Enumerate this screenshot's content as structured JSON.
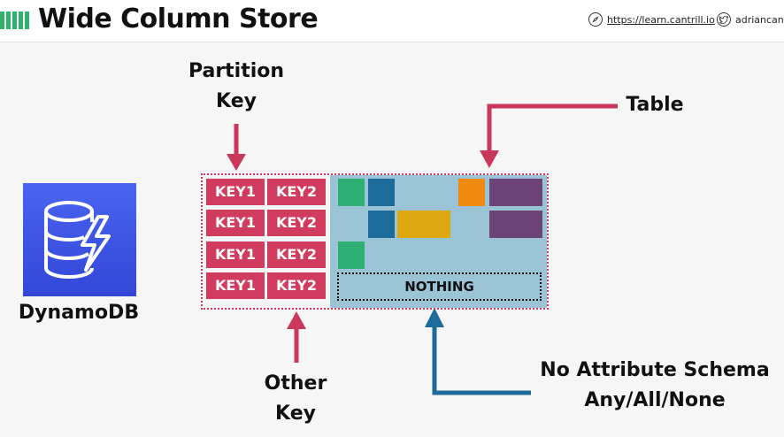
{
  "header": {
    "title": "Wide Column Store",
    "url": "https://learn.cantrill.io",
    "handle": "adriancantr",
    "icons": [
      "compass-icon",
      "twitter-bird-icon"
    ]
  },
  "labels": {
    "partition_key_line1": "Partition",
    "partition_key_line2": "Key",
    "table": "Table",
    "other_key_line1": "Other",
    "other_key_line2": "Key",
    "schema_line1": "No Attribute Schema",
    "schema_line2": "Any/All/None"
  },
  "dynamodb": {
    "name": "DynamoDB",
    "icon": "dynamodb-database-lightning-icon"
  },
  "rows": [
    {
      "pk": "KEY1",
      "sk": "KEY2"
    },
    {
      "pk": "KEY1",
      "sk": "KEY2"
    },
    {
      "pk": "KEY1",
      "sk": "KEY2"
    },
    {
      "pk": "KEY1",
      "sk": "KEY2"
    }
  ],
  "nothing_label": "NOTHING",
  "colors": {
    "key_fill": "#d13b5e",
    "attr_area": "#9bc3d6",
    "green": "#2daf73",
    "blue": "#1d6b9a",
    "orange": "#f08a10",
    "yellow": "#e0a810",
    "purple": "#6e4478",
    "arrow_pink": "#c9375b",
    "arrow_blue": "#1d6b9a"
  }
}
